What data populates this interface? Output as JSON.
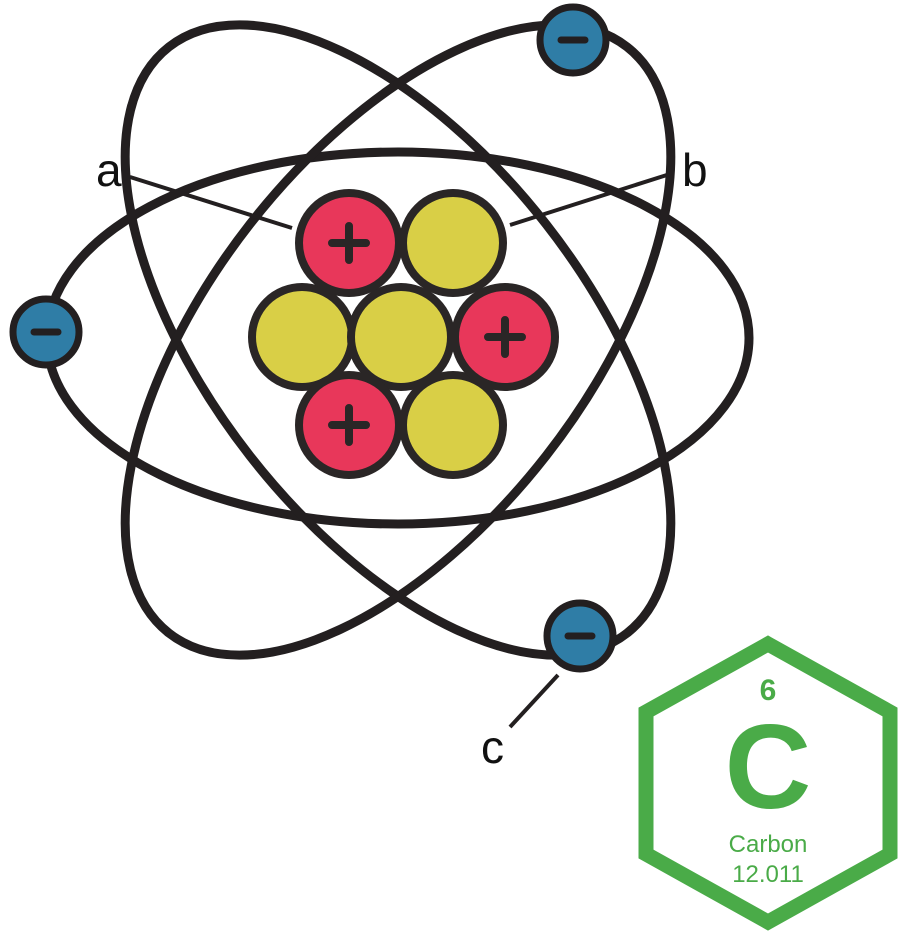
{
  "colors": {
    "proton": "#e8375a",
    "neutron": "#d9cf46",
    "electron": "#2f7da6",
    "tile": "#4aab48"
  },
  "particles": {
    "protons": 3,
    "neutrons": 4,
    "electrons": 3
  },
  "labels": {
    "a": "a",
    "b": "b",
    "c": "c"
  },
  "element": {
    "number": "6",
    "symbol": "C",
    "name": "Carbon",
    "mass": "12.011"
  }
}
